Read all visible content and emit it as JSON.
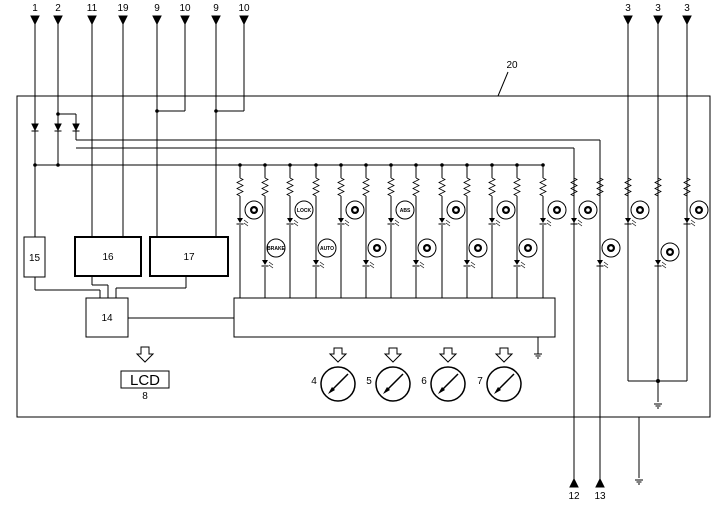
{
  "top_terminals": [
    "1",
    "2",
    "11",
    "19",
    "9",
    "10",
    "9",
    "10",
    "3",
    "3",
    "3"
  ],
  "bottom_terminals": [
    "12",
    "13"
  ],
  "frame_label": "20",
  "boxes": {
    "b15": "15",
    "b16": "16",
    "b17": "17",
    "b14": "14"
  },
  "lcd": {
    "text": "LCD",
    "number": "8"
  },
  "gauges": [
    "4",
    "5",
    "6",
    "7"
  ],
  "indicator_icons": {
    "row1": [
      "park-lock-icon",
      "lock-icon",
      "fuel-icon",
      "abs-icon",
      "seatbelt-icon",
      "battery-icon",
      "oil-can-icon",
      "headlight-icon"
    ],
    "row2": [
      "brake-icon",
      "auto-icon",
      "key-icon",
      "airbag-icon",
      "door-open-icon",
      "engine-icon"
    ],
    "right": [
      "turn-left-icon",
      "fog-light-icon",
      "turn-right-icon",
      "tire-pressure-icon"
    ]
  },
  "icon_text": {
    "brake": "BRAKE",
    "lock": "LOCK",
    "auto": "AUTO",
    "abs": "ABS"
  }
}
